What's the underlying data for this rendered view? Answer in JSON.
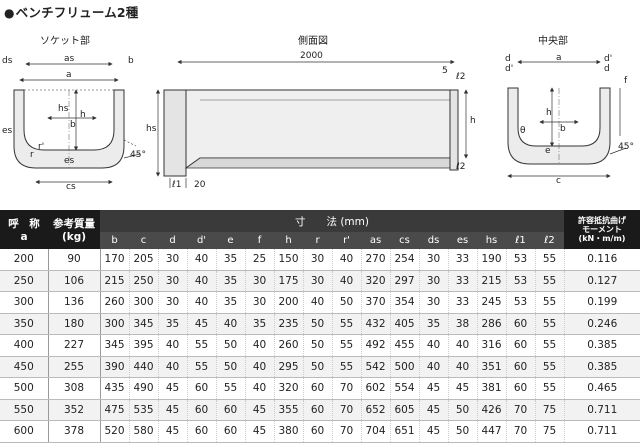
{
  "title": "ベンチフリューム2種",
  "bullet": "●",
  "sections": {
    "socket": "ソケット部",
    "side": "側面図",
    "center": "中央部"
  },
  "drawing_labels": {
    "ds": "ds",
    "as": "as",
    "a": "a",
    "b": "b",
    "hs": "hs",
    "h": "h",
    "es": "es",
    "r": "r",
    "r_prime": "r'",
    "angle": "45°",
    "cs": "cs",
    "length": "2000",
    "five": "5",
    "l2": "ℓ2",
    "l1": "ℓ1",
    "twenty": "20",
    "c": "c",
    "d": "d",
    "d_prime": "d'",
    "e": "e",
    "f": "f",
    "theta": "θ"
  },
  "table": {
    "head_name": "呼　称",
    "head_name_sub": "a",
    "head_weight": "参考質量",
    "head_weight_sub": "(kg)",
    "head_dims": "寸　　法 (mm)",
    "head_moment_l1": "許容抵抗曲げ",
    "head_moment_l2": "モーメント",
    "head_moment_l3": "(kN・m/m)",
    "columns": [
      "b",
      "c",
      "d",
      "d'",
      "e",
      "f",
      "h",
      "r",
      "r'",
      "as",
      "cs",
      "ds",
      "es",
      "hs",
      "ℓ1",
      "ℓ2"
    ],
    "rows": [
      {
        "name": "200",
        "weight": "90",
        "dims": [
          "170",
          "205",
          "30",
          "40",
          "35",
          "25",
          "150",
          "30",
          "40",
          "270",
          "254",
          "30",
          "33",
          "190",
          "53",
          "55"
        ],
        "moment": "0.116"
      },
      {
        "name": "250",
        "weight": "106",
        "dims": [
          "215",
          "250",
          "30",
          "40",
          "35",
          "30",
          "175",
          "30",
          "40",
          "320",
          "297",
          "30",
          "33",
          "215",
          "53",
          "55"
        ],
        "moment": "0.127"
      },
      {
        "name": "300",
        "weight": "136",
        "dims": [
          "260",
          "300",
          "30",
          "40",
          "35",
          "30",
          "200",
          "40",
          "50",
          "370",
          "354",
          "30",
          "33",
          "245",
          "53",
          "55"
        ],
        "moment": "0.199"
      },
      {
        "name": "350",
        "weight": "180",
        "dims": [
          "300",
          "345",
          "35",
          "45",
          "40",
          "35",
          "235",
          "50",
          "55",
          "432",
          "405",
          "35",
          "38",
          "286",
          "60",
          "55"
        ],
        "moment": "0.246"
      },
      {
        "name": "400",
        "weight": "227",
        "dims": [
          "345",
          "395",
          "40",
          "55",
          "50",
          "40",
          "260",
          "50",
          "55",
          "492",
          "455",
          "40",
          "40",
          "316",
          "60",
          "55"
        ],
        "moment": "0.385"
      },
      {
        "name": "450",
        "weight": "255",
        "dims": [
          "390",
          "440",
          "40",
          "55",
          "50",
          "40",
          "295",
          "50",
          "55",
          "542",
          "500",
          "40",
          "40",
          "351",
          "60",
          "55"
        ],
        "moment": "0.385"
      },
      {
        "name": "500",
        "weight": "308",
        "dims": [
          "435",
          "490",
          "45",
          "60",
          "55",
          "40",
          "320",
          "60",
          "70",
          "602",
          "554",
          "45",
          "45",
          "381",
          "60",
          "55"
        ],
        "moment": "0.465"
      },
      {
        "name": "550",
        "weight": "352",
        "dims": [
          "475",
          "535",
          "45",
          "60",
          "60",
          "45",
          "355",
          "60",
          "70",
          "652",
          "605",
          "45",
          "50",
          "426",
          "70",
          "75"
        ],
        "moment": "0.711"
      },
      {
        "name": "600",
        "weight": "378",
        "dims": [
          "520",
          "580",
          "45",
          "60",
          "60",
          "45",
          "380",
          "60",
          "70",
          "704",
          "651",
          "45",
          "50",
          "447",
          "70",
          "75"
        ],
        "moment": "0.711"
      }
    ]
  }
}
